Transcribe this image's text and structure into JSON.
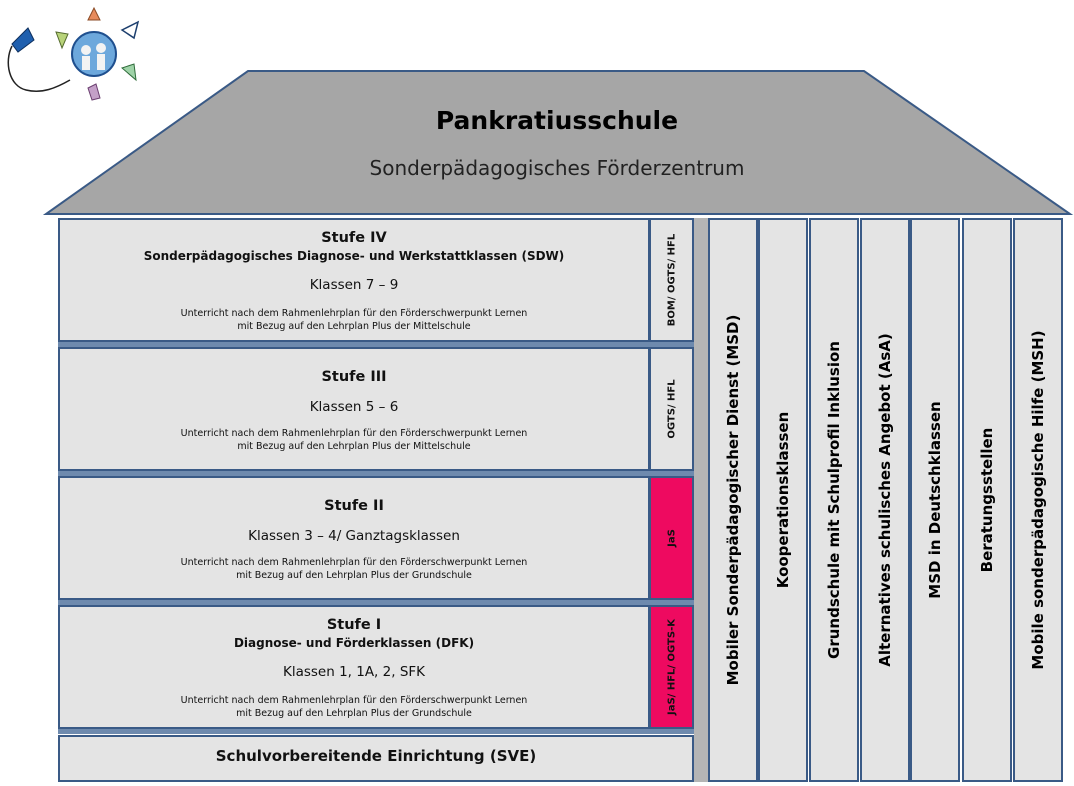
{
  "roof": {
    "title": "Pankratiusschule",
    "subtitle": "Sonderpädagogisches Förderzentrum"
  },
  "levels": [
    {
      "title": "Stufe IV",
      "subtitle": "Sonderpädagogisches Diagnose- und Werkstattklassen (SDW)",
      "classes": "Klassen 7 – 9",
      "note1": "Unterricht nach dem Rahmenlehrplan für den Förderschwerpunkt Lernen",
      "note2": "mit Bezug auf den Lehrplan Plus der Mittelschule",
      "tag": "BOM/ OGTS/ HFL"
    },
    {
      "title": "Stufe III",
      "classes": "Klassen 5 – 6",
      "note1": "Unterricht nach dem Rahmenlehrplan für den Förderschwerpunkt Lernen",
      "note2": "mit Bezug auf den Lehrplan Plus der Mittelschule",
      "tag": "OGTS/ HFL"
    },
    {
      "title": "Stufe II",
      "classes": "Klassen 3 – 4/ Ganztagsklassen",
      "note1": "Unterricht nach dem Rahmenlehrplan für den Förderschwerpunkt Lernen",
      "note2": "mit Bezug auf den Lehrplan Plus der Grundschule",
      "tag": "JaS"
    },
    {
      "title": "Stufe I",
      "subtitle": "Diagnose- und Förderklassen (DFK)",
      "classes": "Klassen 1, 1A, 2, SFK",
      "note1": "Unterricht nach dem Rahmenlehrplan für den Förderschwerpunkt Lernen",
      "note2": "mit Bezug auf den Lehrplan Plus der Grundschule",
      "tag": "JaS/ HFL/ OGTS-K"
    }
  ],
  "foundation": "Schulvorbereitende Einrichtung (SVE)",
  "columns": [
    "Mobiler Sonderpädagogischer Dienst (MSD)",
    "Kooperationsklassen",
    "Grundschule mit Schulprofil Inklusion",
    "Alternatives schulisches Angebot (AsA)",
    "MSD in Deutschklassen",
    "Beratungsstellen",
    "Mobile sonderpädagogische Hilfe (MSH)"
  ],
  "colors": {
    "box": "#e4e4e4",
    "border": "#3a5a86",
    "roof": "#a6a6a6",
    "accent": "#ee0a60"
  }
}
